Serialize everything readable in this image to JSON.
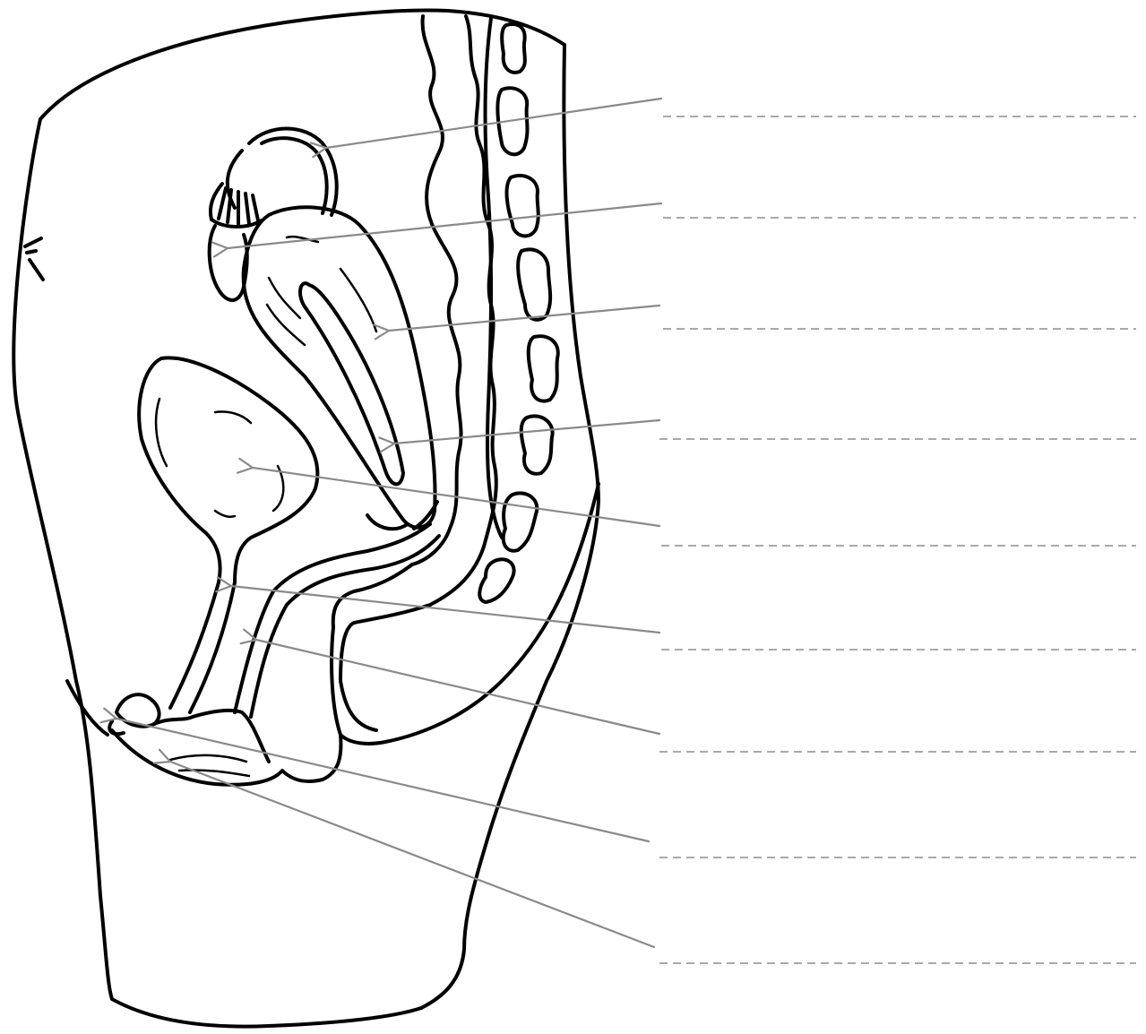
{
  "diagram": {
    "type": "anatomical-labeling-worksheet",
    "colors": {
      "outline": "#000000",
      "pointer": "#8a8a8a",
      "answer_line": "#a9a9a9",
      "background": "#ffffff"
    },
    "label_slots": [
      {
        "id": "slot-1",
        "answer": ""
      },
      {
        "id": "slot-2",
        "answer": ""
      },
      {
        "id": "slot-3",
        "answer": ""
      },
      {
        "id": "slot-4",
        "answer": ""
      },
      {
        "id": "slot-5",
        "answer": ""
      },
      {
        "id": "slot-6",
        "answer": ""
      },
      {
        "id": "slot-7",
        "answer": ""
      },
      {
        "id": "slot-8",
        "answer": ""
      },
      {
        "id": "slot-9",
        "answer": ""
      }
    ]
  }
}
